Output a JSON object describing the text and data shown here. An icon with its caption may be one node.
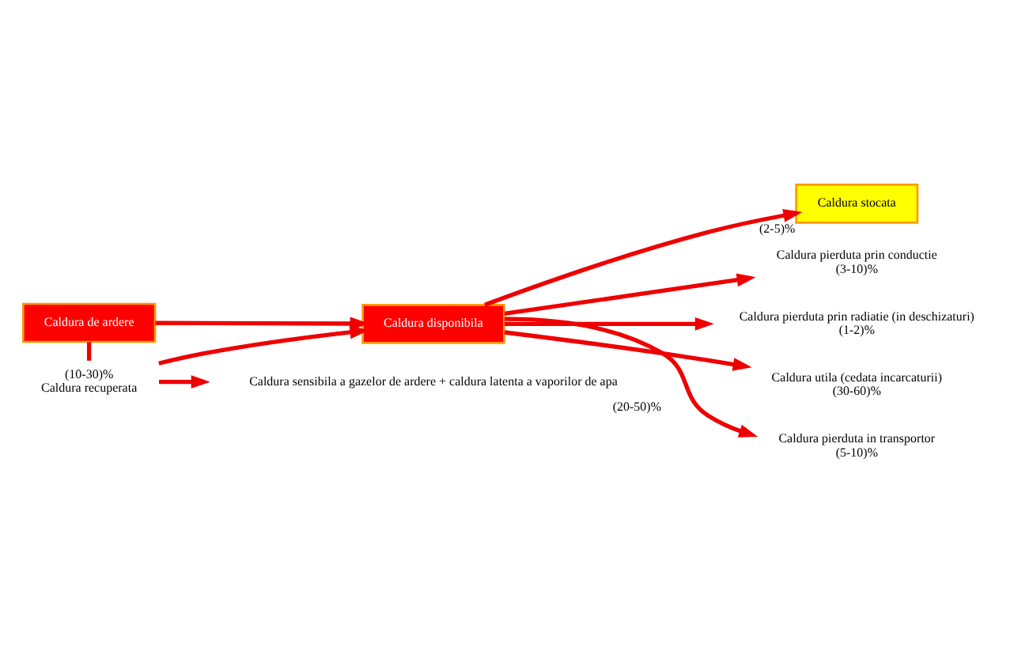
{
  "diagram": {
    "nodes": [
      {
        "text": [
          "Caldura de ardere"
        ]
      },
      {
        "text": [
          "Caldura disponibila"
        ]
      },
      {
        "text": [
          "Caldura stocata"
        ],
        "beside": [
          "(2-5)%"
        ]
      },
      {
        "text": [
          "(10-30)%",
          "Caldura recuperata"
        ]
      },
      {
        "text": [
          "Caldura sensibila a gazelor de ardere + caldura latenta a vaporilor de apa"
        ],
        "beside": [
          "(20-50)%"
        ]
      },
      {
        "text": [
          "Caldura pierduta prin conductie",
          "(3-10)%"
        ]
      },
      {
        "text": [
          "Caldura pierduta prin radiatie (in deschizaturi)",
          "(1-2)%"
        ]
      },
      {
        "text": [
          "Caldura utila (cedata incarcaturii)",
          "(30-60)%"
        ]
      },
      {
        "text": [
          "Caldura pierduta in transportor",
          "(5-10)%"
        ]
      }
    ],
    "edges": [
      {
        "from": 0,
        "to": 1,
        "arrow": "to"
      },
      {
        "from": 0,
        "to": 3,
        "arrow": "none"
      },
      {
        "from": 3,
        "to": 4,
        "arrow": "to"
      },
      {
        "from": 3,
        "to": 1,
        "arrow": "to"
      },
      {
        "from": 1,
        "to": 5,
        "arrow": "to"
      },
      {
        "from": 1,
        "to": 6,
        "arrow": "to"
      },
      {
        "from": 1,
        "to": 7,
        "arrow": "to"
      },
      {
        "from": 1,
        "to": 8,
        "arrow": "to"
      },
      {
        "from": 1,
        "to": 2,
        "arrow": "to"
      }
    ]
  }
}
